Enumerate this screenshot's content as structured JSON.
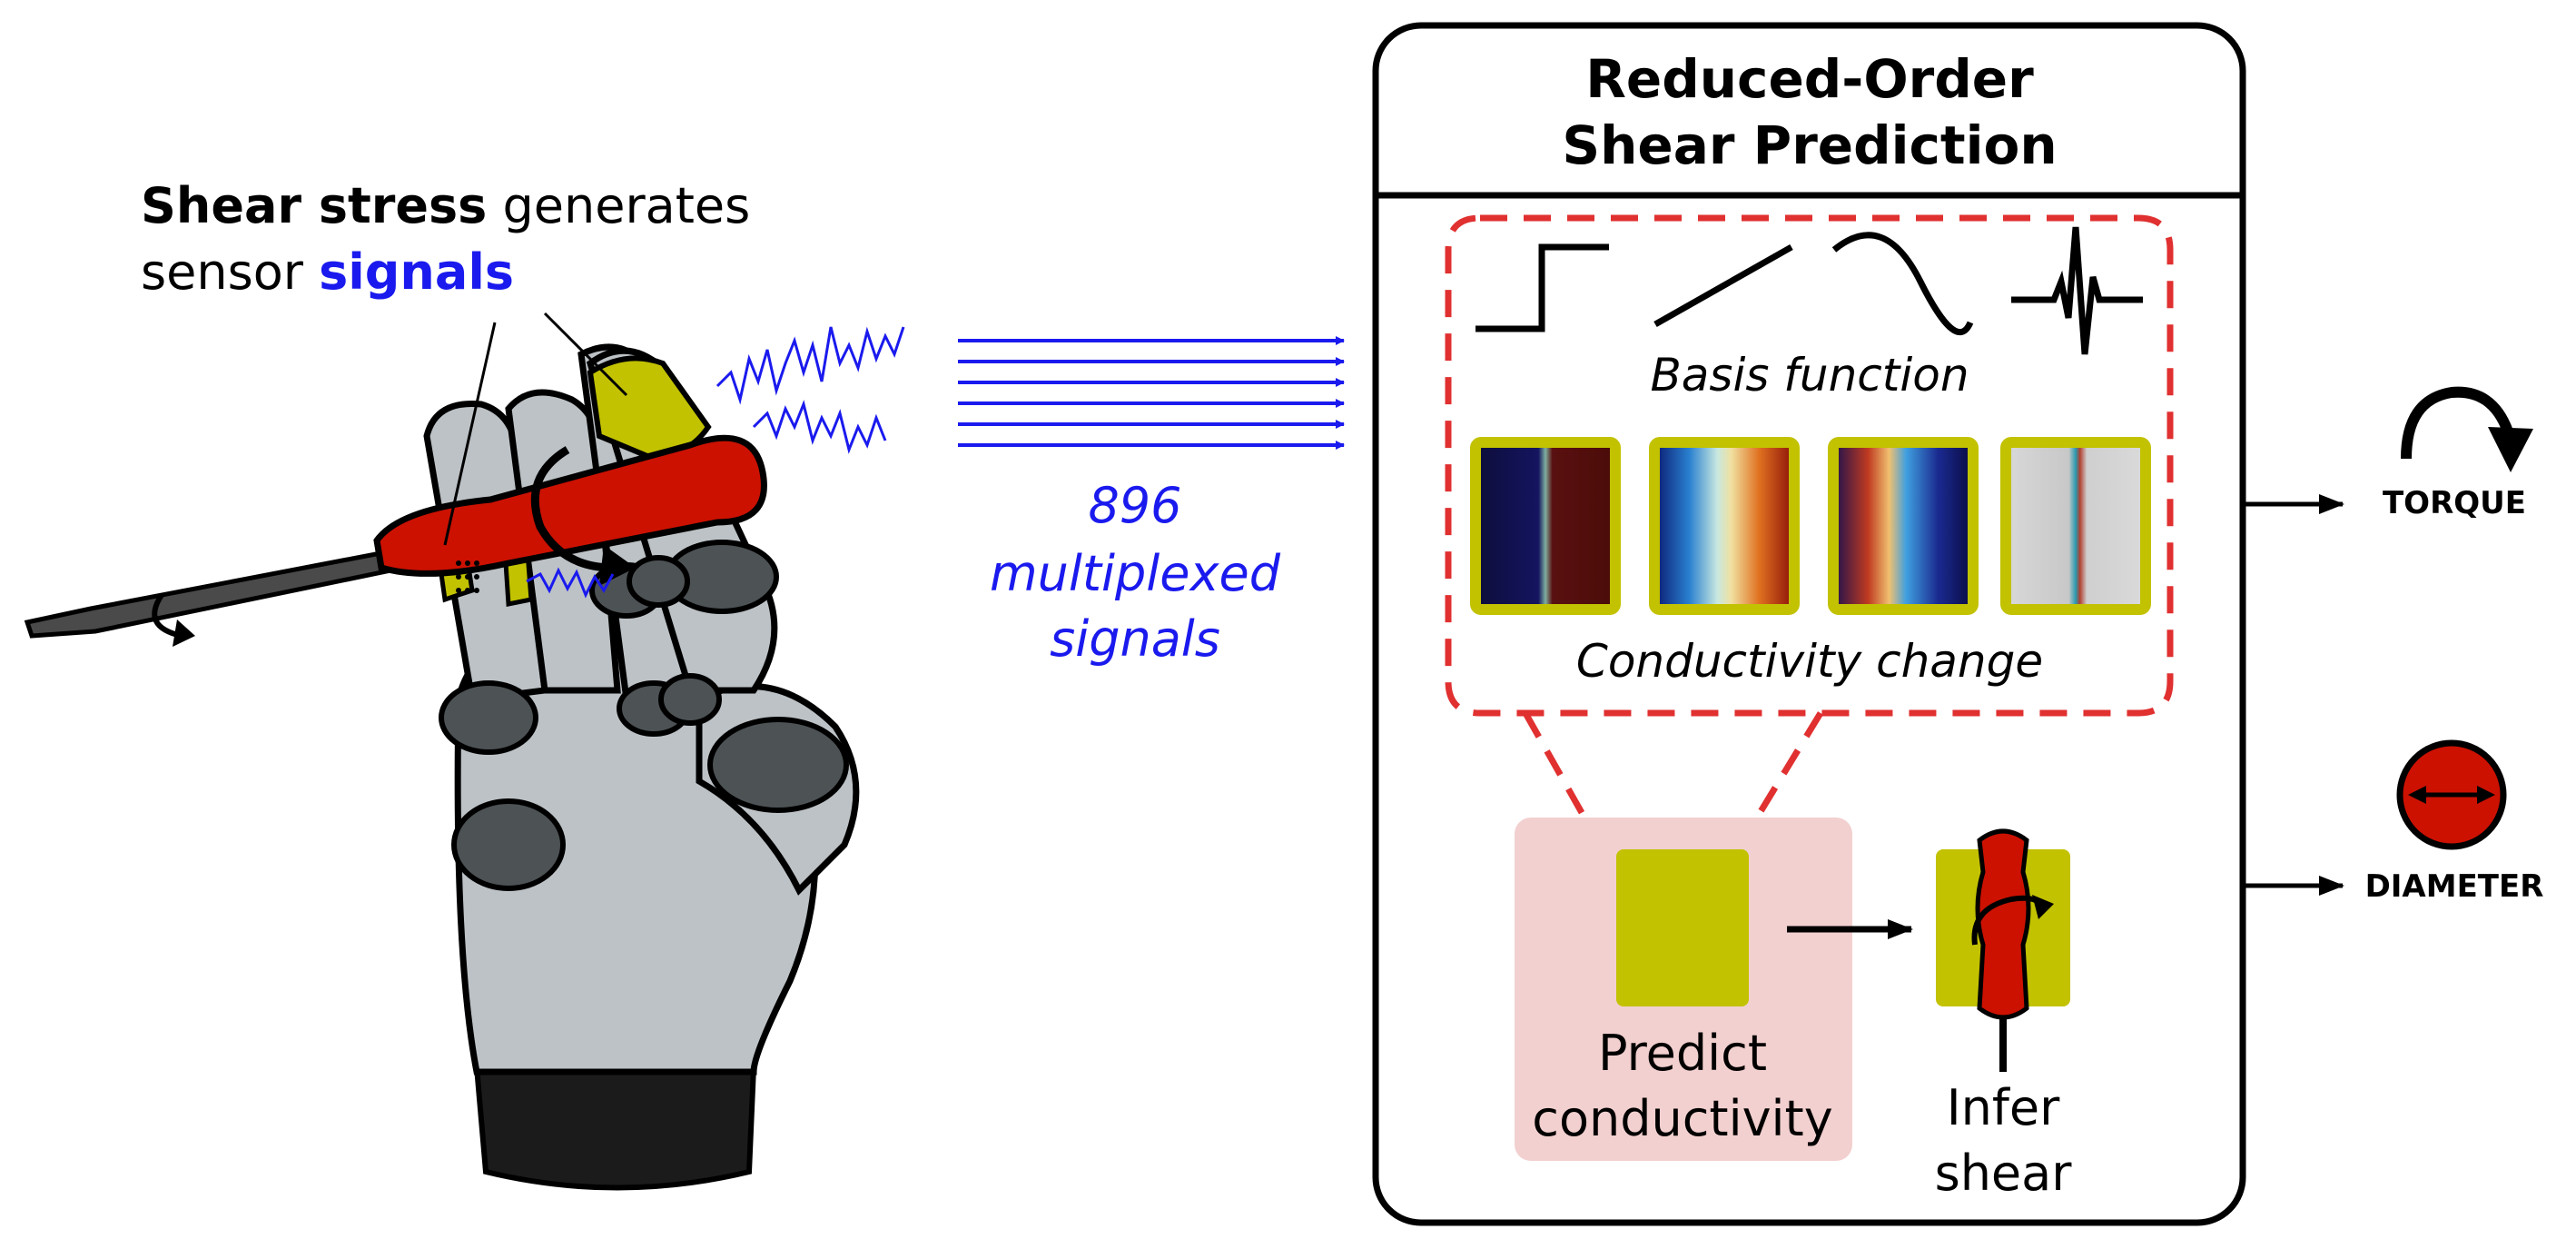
{
  "caption_left": {
    "line1_bold": "Shear stress",
    "line1_rest": " generates",
    "line2_plain": "sensor ",
    "line2_blue": "signals"
  },
  "signals_label": {
    "line1": "896",
    "line2": "multiplexed",
    "line3": "signals"
  },
  "model_box": {
    "title_line1": "Reduced-Order",
    "title_line2": "Shear Prediction",
    "basis_label": "Basis function",
    "conductivity_label": "Conductivity change",
    "predict_line1": "Predict",
    "predict_line2": "conductivity",
    "infer_line1": "Infer",
    "infer_line2": "shear"
  },
  "outputs": {
    "torque_label": "TORQUE",
    "diameter_label": "DIAMETER"
  },
  "colors": {
    "signal_blue": "#1a1aee",
    "dashed_red": "#e03030",
    "sensor_olive": "#c2c200",
    "tool_red": "#cc1100",
    "predict_bg": "#f2d0cf",
    "hand_gray": "#bdc2c6",
    "joint_gray": "#4d5255"
  },
  "icons": [
    "torque-arrow-icon",
    "diameter-icon",
    "screwdriver-icon",
    "robot-hand-icon"
  ]
}
